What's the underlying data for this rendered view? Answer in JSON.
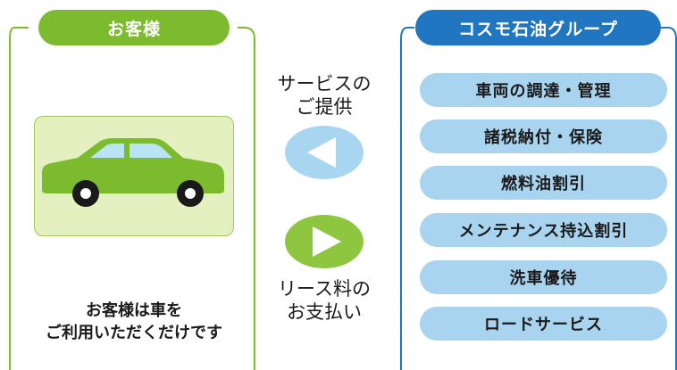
{
  "customer": {
    "header": "お客様",
    "caption_line1": "お客様は車を",
    "caption_line2": "ご利用いただくだけです"
  },
  "middle": {
    "service_line1": "サービスの",
    "service_line2": "ご提供",
    "payment_line1": "リース料の",
    "payment_line2": "お支払い"
  },
  "provider": {
    "header": "コスモ石油グループ",
    "services": [
      "車両の調達・管理",
      "諸税納付・保険",
      "燃料油割引",
      "メンテナンス持込割引",
      "洗車優待",
      "ロードサービス"
    ]
  },
  "colors": {
    "customer_accent": "#7dbb2e",
    "provider_accent": "#2176c2",
    "service_pill": "#a9d4f0",
    "arrow_left": "#a8d6f0",
    "arrow_right": "#8ec63f",
    "car_body": "#7dbb2e",
    "car_window": "#b9e4f5"
  },
  "icons": {
    "car": "car-icon",
    "service_arrow": "left-arrow-icon",
    "payment_arrow": "right-arrow-icon"
  }
}
